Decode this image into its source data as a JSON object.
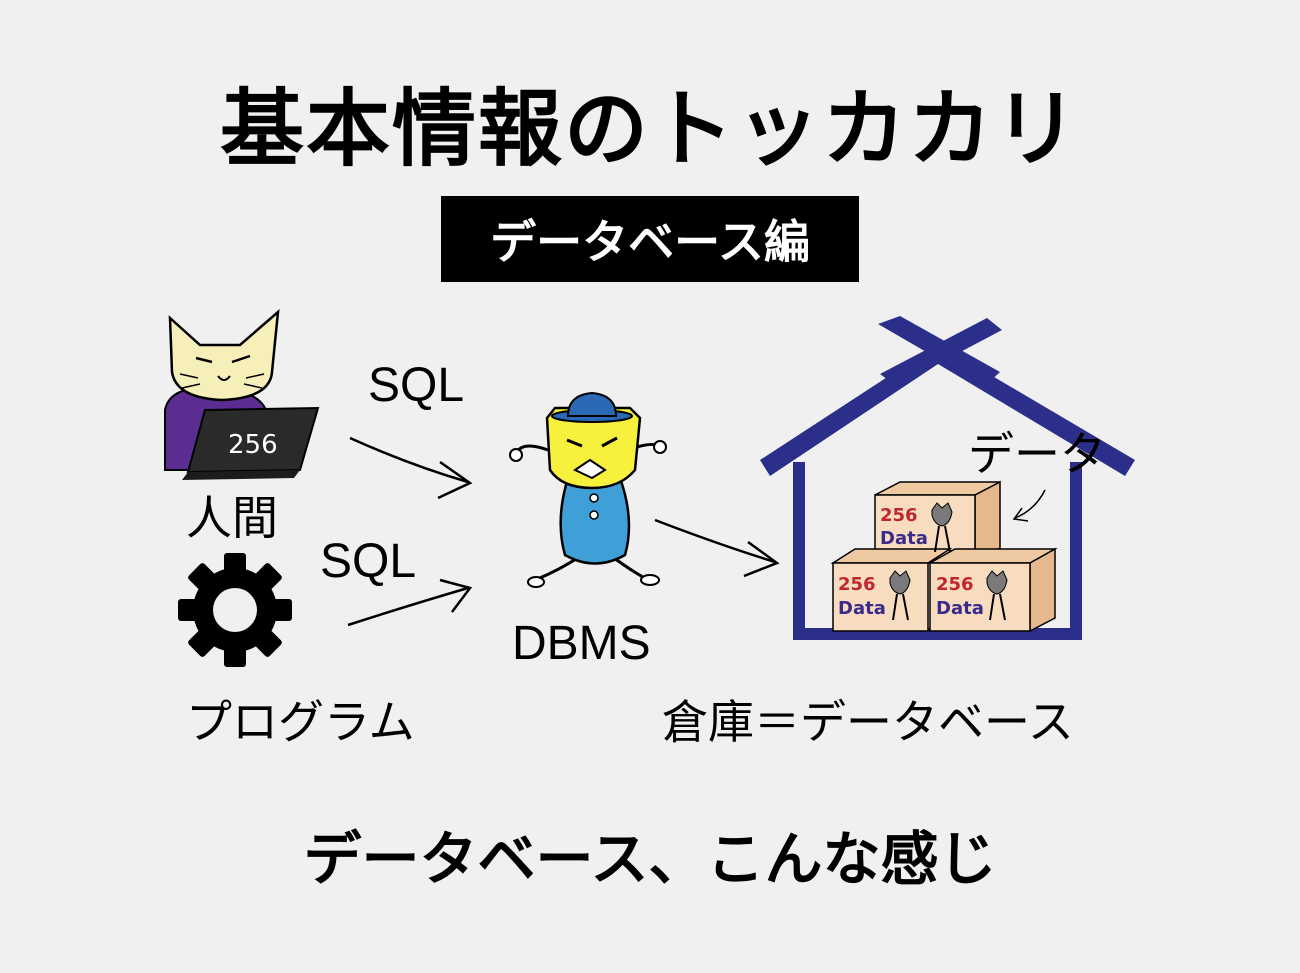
{
  "title": "基本情報のトッカカリ",
  "subtitle": "データベース編",
  "human": {
    "label": "人間",
    "laptop_text": "256"
  },
  "program": {
    "label": "プログラム"
  },
  "sql_top": "SQL",
  "sql_bottom": "SQL",
  "dbms": {
    "label": "DBMS"
  },
  "warehouse": {
    "data_label": "データ",
    "caption": "倉庫＝データベース",
    "box_top_text": "256",
    "box_bottom_text": "Data"
  },
  "caption": "データベース、こんな感じ",
  "colors": {
    "background": "#f1f0f0",
    "house": "#2b2f8a",
    "box": "#f7dcc0",
    "cat_face": "#f7efb9",
    "cat_hood": "#5b2d91",
    "dbms_head": "#f7f03c",
    "dbms_body": "#3fa0d8",
    "laptop": "#2a2a2a"
  }
}
